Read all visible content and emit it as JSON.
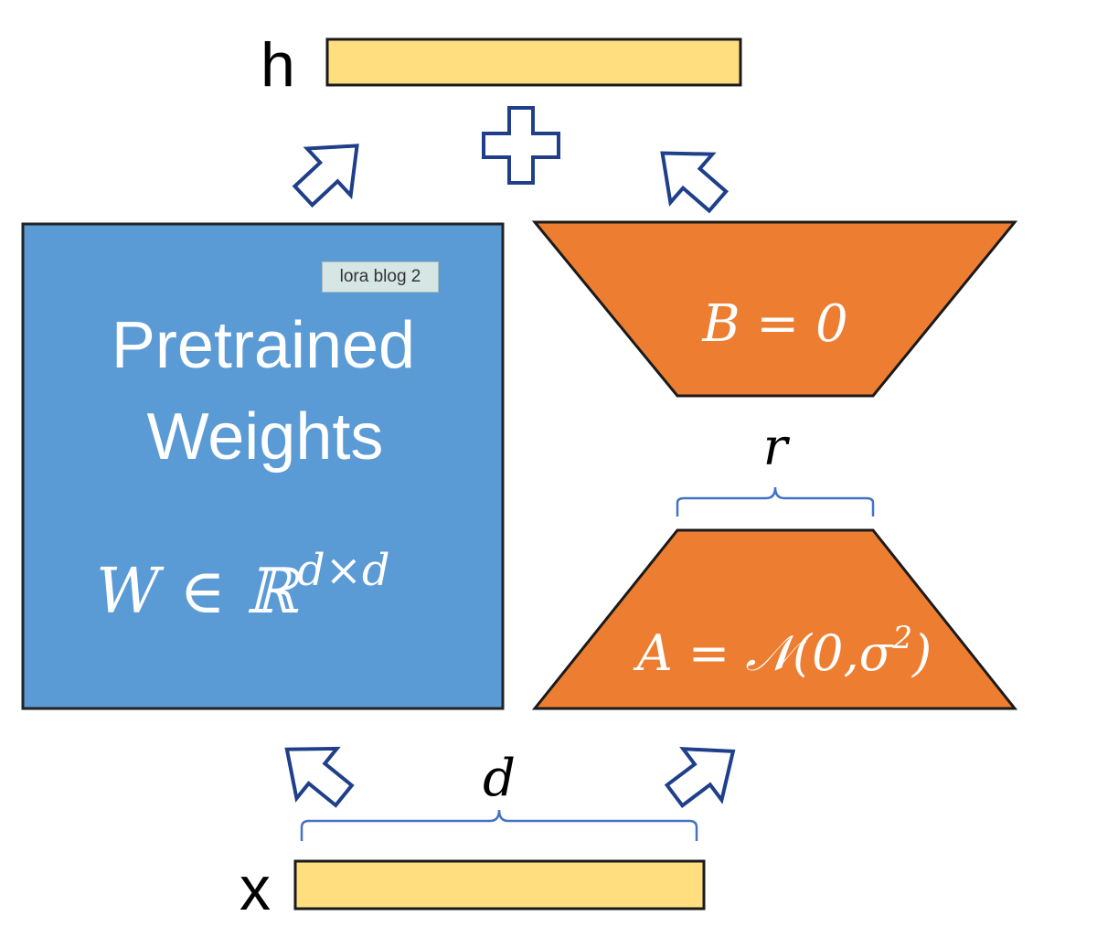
{
  "output_label": "h",
  "input_label": "x",
  "pretrained": {
    "line1": "Pretrained",
    "line2": "Weights",
    "formula_lhs": "W ∈ ℝ",
    "formula_exp": "d×d"
  },
  "matrix_b": {
    "label": "B = 0"
  },
  "matrix_a": {
    "label_main": "A = 𝒩(0,σ",
    "label_exp": "2",
    "label_close": ")"
  },
  "rank_label": "r",
  "dim_label": "d",
  "tooltip_text": "lora blog 2",
  "colors": {
    "vector_fill": "#ffde80",
    "pretrained_fill": "#5b9bd5",
    "lora_fill": "#ed7d31",
    "arrow_stroke": "#1f3f8a",
    "brace_stroke": "#4472c4"
  },
  "icons": {
    "plus": "plus-icon",
    "arrows": "hollow-arrow-icon"
  }
}
